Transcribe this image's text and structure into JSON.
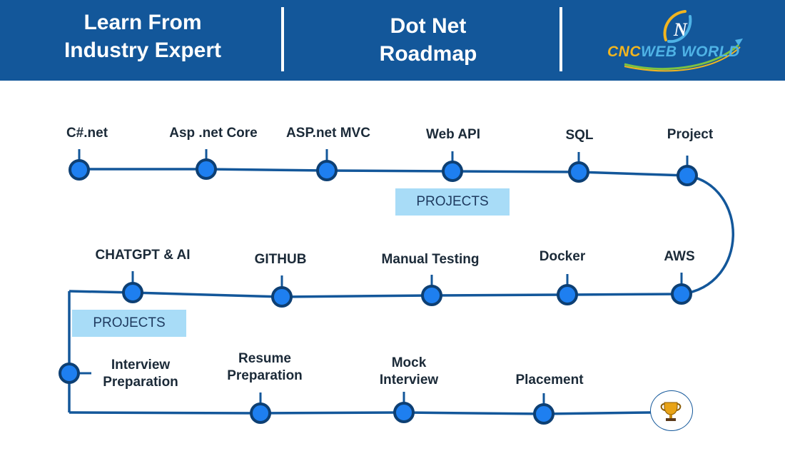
{
  "header": {
    "left_line1": "Learn From",
    "left_line2": "Industry Expert",
    "center_line1": "Dot Net",
    "center_line2": "Roadmap",
    "logo_mark": "N",
    "logo_text_part1": "CNC",
    "logo_text_part2": "WEB WORLD"
  },
  "colors": {
    "header_bg": "#13579a",
    "path_line": "#13579a",
    "node_fill": "#1e7ff0",
    "projects_bg": "#a8dcf7",
    "logo_gold": "#f2b51f",
    "logo_blue": "#4fb3e6"
  },
  "roadmap": {
    "row1": [
      "C#.net",
      "Asp .net Core",
      "ASP.net MVC",
      "Web API",
      "SQL",
      "Project"
    ],
    "row1_projects": "PROJECTS",
    "row2": [
      "CHATGPT & AI",
      "GITHUB",
      "Manual Testing",
      "Docker",
      "AWS"
    ],
    "row2_projects": "PROJECTS",
    "row3": [
      {
        "line1": "Interview",
        "line2": "Preparation"
      },
      {
        "line1": "Resume",
        "line2": "Preparation"
      },
      {
        "line1": "Mock",
        "line2": "Interview"
      },
      {
        "line1": "Placement",
        "line2": ""
      }
    ],
    "end_icon": "trophy-icon"
  }
}
